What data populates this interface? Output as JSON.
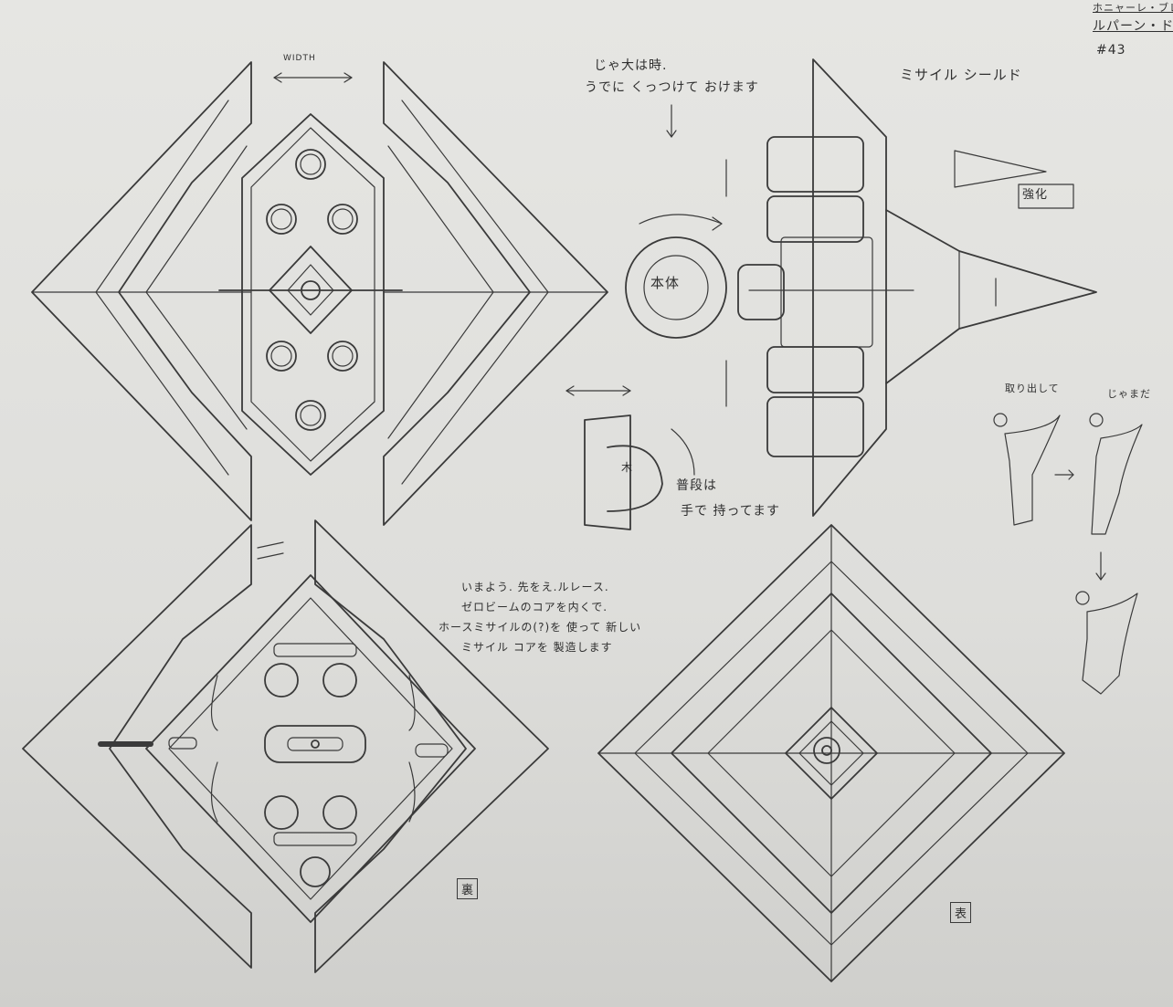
{
  "title_block": {
    "line1": "ホニャーレ・ブレイブ",
    "line2": "ルパーン・ドー",
    "line3": "#43"
  },
  "notes": {
    "title": "ミサイル シールド",
    "width_label": "WIDTH",
    "top_note_line1": "じゃ大は時.",
    "top_note_line2": "うでに くっつけて おけます",
    "hand_note_line1": "普段は",
    "hand_note_line2": "手で 持ってます",
    "core_label": "本体",
    "tip_label": "強化",
    "missile_note_line1": "いまよう. 先をえ.ルレース.",
    "missile_note_line2": "ゼロビームのコアを内くで.",
    "missile_note_line3": "ホースミサイルの(?)を 使って 新しい",
    "missile_note_line4": "ミサイル コアを 製造します",
    "steps_label1": "取り出して",
    "steps_label2": "じゃまだ",
    "back_tag": "裏",
    "front_tag": "表"
  }
}
